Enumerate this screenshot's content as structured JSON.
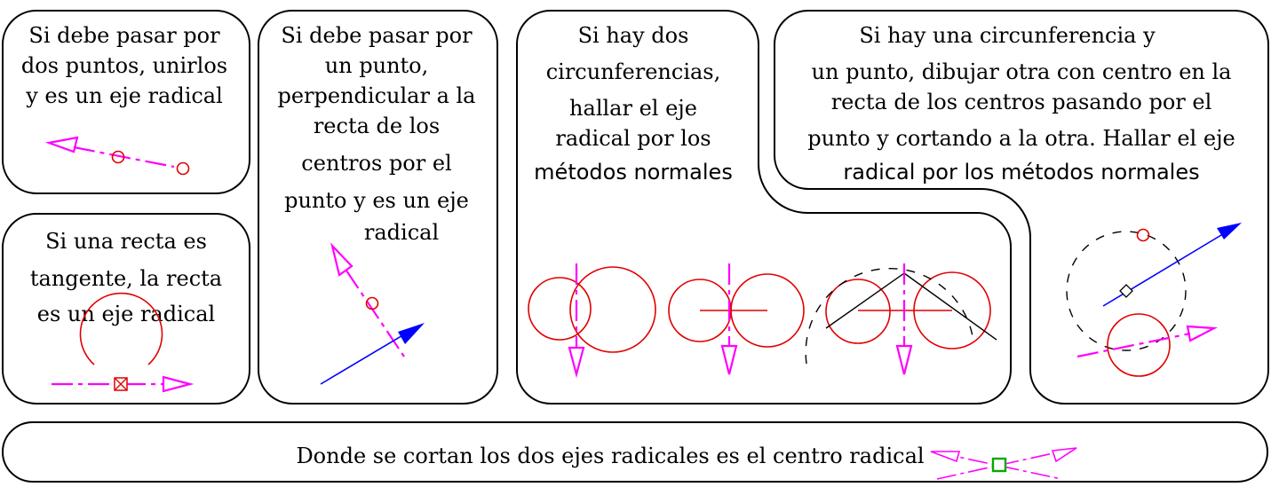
{
  "panels": {
    "two_points": {
      "lines": [
        "Si debe pasar por",
        "dos puntos, unirlos",
        "y es un eje radical"
      ]
    },
    "tangent": {
      "lines": [
        "Si una recta es",
        "tangente, la recta",
        "es un eje radical"
      ]
    },
    "one_point": {
      "lines": [
        "Si debe pasar por",
        "un punto,",
        "perpendicular a la",
        "recta de los",
        "centros por el",
        "punto y es un eje",
        "radical"
      ]
    },
    "two_circles": {
      "lines": [
        "Si hay dos",
        "circunferencias,",
        "hallar el eje",
        "radical por los",
        "métodos normales"
      ]
    },
    "circle_point": {
      "lines": [
        "Si hay una circunferencia y",
        "un punto, dibujar otra con centro en la",
        "recta de los centros pasando por el",
        "punto y cortando a la otra. Hallar el eje",
        "radical por los métodos normales"
      ]
    }
  },
  "footer": {
    "text": "Donde se cortan los dos ejes radicales es el centro radical"
  },
  "colors": {
    "axis": "#ff00ff",
    "circle": "#e10000",
    "line": "#0000ff",
    "center": "#00aa00"
  }
}
